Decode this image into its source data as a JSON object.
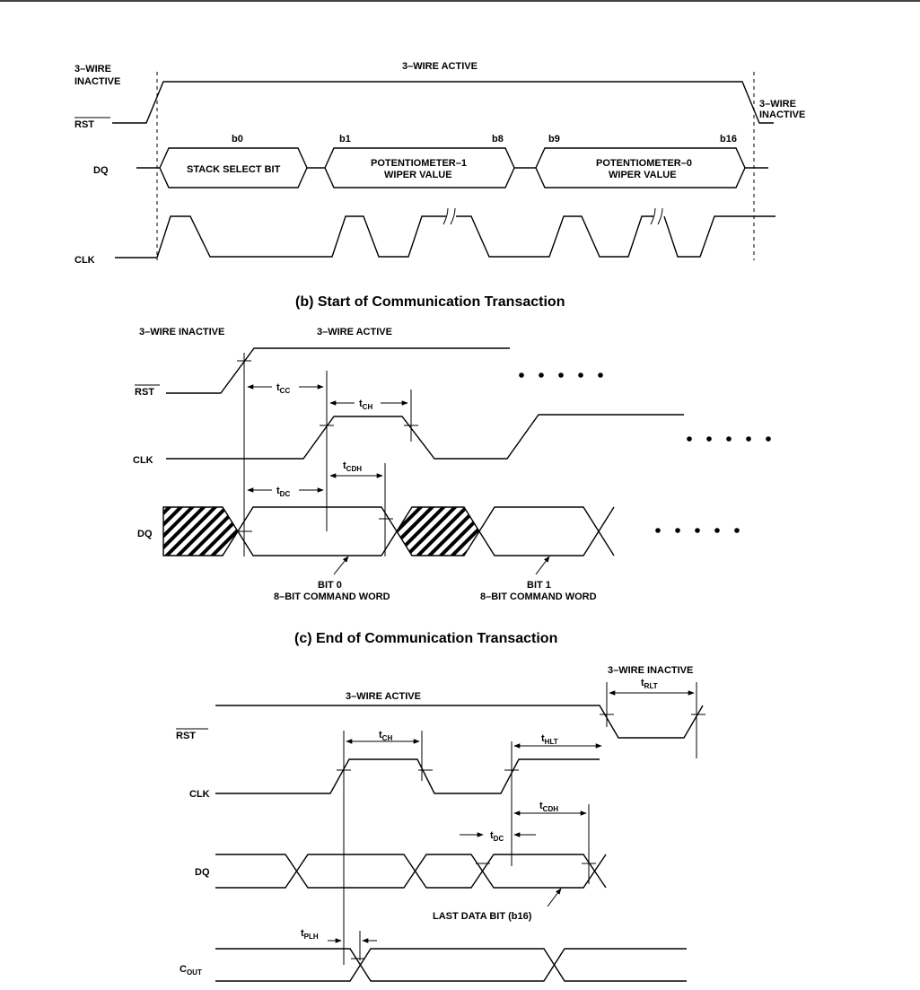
{
  "diagram_a": {
    "wire_inactive_left": [
      "3–WIRE",
      "INACTIVE"
    ],
    "wire_active": "3–WIRE ACTIVE",
    "wire_inactive_right": [
      "3–WIRE",
      "INACTIVE"
    ],
    "sig_rst": "RST",
    "sig_dq": "DQ",
    "sig_clk": "CLK",
    "bit_b0": "b0",
    "bit_b1": "b1",
    "bit_b8": "b8",
    "bit_b9": "b9",
    "bit_b16": "b16",
    "field_stack": "STACK SELECT BIT",
    "field_pot1": [
      "POTENTIOMETER–1",
      "WIPER VALUE"
    ],
    "field_pot0": [
      "POTENTIOMETER–0",
      "WIPER VALUE"
    ]
  },
  "diagram_b": {
    "caption": "(b)  Start of Communication Transaction",
    "wire_inactive": "3–WIRE INACTIVE",
    "wire_active": "3–WIRE ACTIVE",
    "sig_rst": "RST",
    "sig_clk": "CLK",
    "sig_dq": "DQ",
    "t_cc": {
      "t": "t",
      "sub": "CC"
    },
    "t_ch": {
      "t": "t",
      "sub": "CH"
    },
    "t_cdh": {
      "t": "t",
      "sub": "CDH"
    },
    "t_dc": {
      "t": "t",
      "sub": "DC"
    },
    "bit0": [
      "BIT 0",
      "8–BIT COMMAND WORD"
    ],
    "bit1": [
      "BIT 1",
      "8–BIT COMMAND WORD"
    ]
  },
  "diagram_c": {
    "caption": "(c)  End of Communication Transaction",
    "wire_inactive": "3–WIRE INACTIVE",
    "wire_active": "3–WIRE ACTIVE",
    "sig_rst": "RST",
    "sig_clk": "CLK",
    "sig_dq": "DQ",
    "sig_cout": {
      "t": "C",
      "sub": "OUT"
    },
    "t_rlt": {
      "t": "t",
      "sub": "RLT"
    },
    "t_ch": {
      "t": "t",
      "sub": "CH"
    },
    "t_hlt": {
      "t": "t",
      "sub": "HLT"
    },
    "t_cdh": {
      "t": "t",
      "sub": "CDH"
    },
    "t_dc": {
      "t": "t",
      "sub": "DC"
    },
    "t_plh": {
      "t": "t",
      "sub": "PLH"
    },
    "last_bit": "LAST DATA BIT (b16)"
  }
}
